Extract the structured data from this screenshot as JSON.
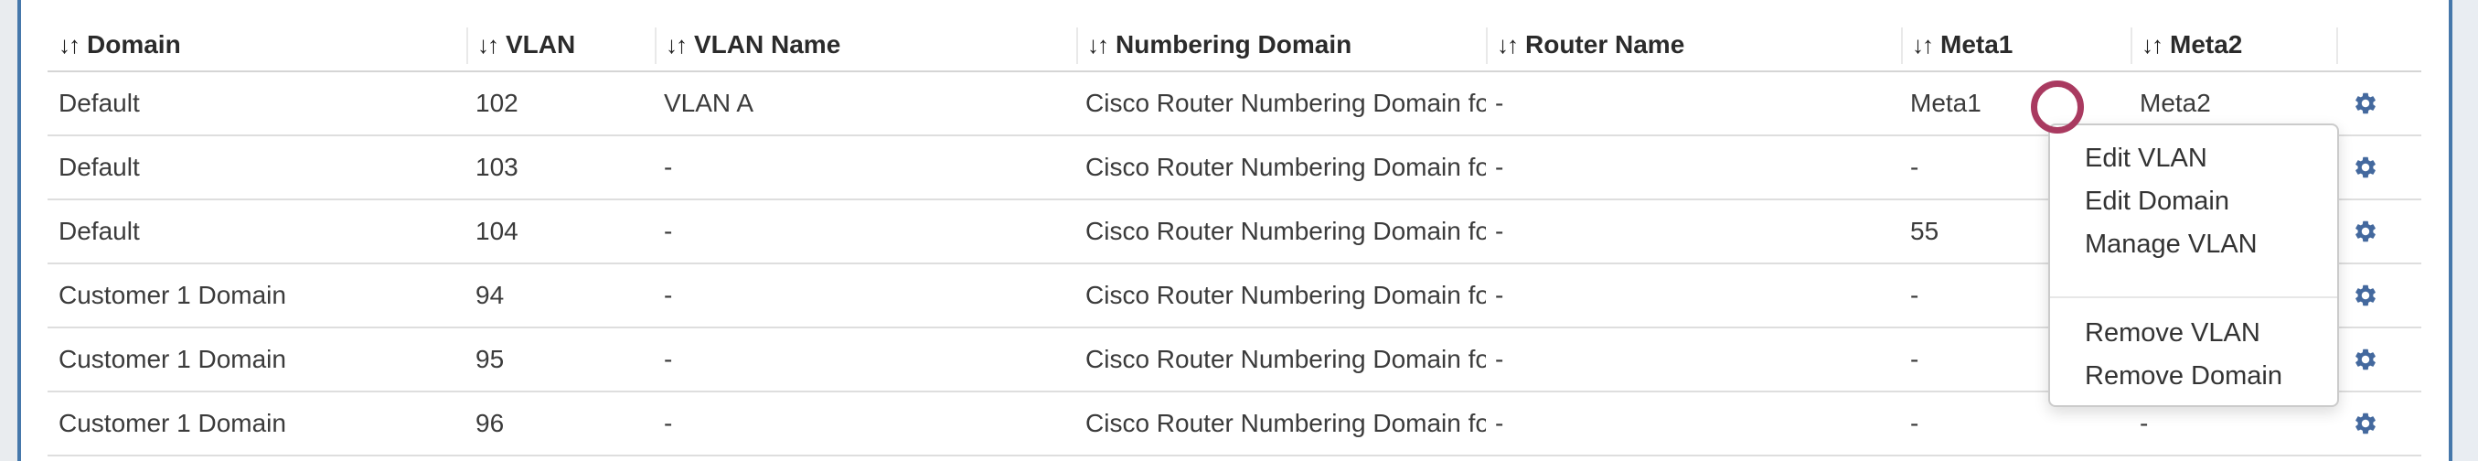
{
  "icons": {
    "sort_glyph": "↓↑",
    "gear": "gear-icon"
  },
  "colors": {
    "panel_border_blue": "#4678ab",
    "gear_accent_blue": "#44699e",
    "annotation_circle": "#a93a60",
    "row_divider": "#dedede",
    "menu_border": "#cbcbcb"
  },
  "table": {
    "columns": [
      {
        "key": "domain",
        "label": "Domain",
        "sortable": true
      },
      {
        "key": "vlan",
        "label": "VLAN",
        "sortable": true
      },
      {
        "key": "vlan_name",
        "label": "VLAN Name",
        "sortable": true
      },
      {
        "key": "numbering_domain",
        "label": "Numbering Domain",
        "sortable": true
      },
      {
        "key": "router_name",
        "label": "Router Name",
        "sortable": true
      },
      {
        "key": "meta1",
        "label": "Meta1",
        "sortable": true
      },
      {
        "key": "meta2",
        "label": "Meta2",
        "sortable": true
      },
      {
        "key": "actions",
        "label": "",
        "sortable": false
      }
    ],
    "rows": [
      {
        "domain": "Default",
        "vlan": "102",
        "vlan_name": "VLAN A",
        "numbering_domain": "Cisco Router Numbering Domain for ...",
        "router_name": "-",
        "meta1": "Meta1",
        "meta2": "Meta2"
      },
      {
        "domain": "Default",
        "vlan": "103",
        "vlan_name": "-",
        "numbering_domain": "Cisco Router Numbering Domain for ...",
        "router_name": "-",
        "meta1": "-",
        "meta2": ""
      },
      {
        "domain": "Default",
        "vlan": "104",
        "vlan_name": "-",
        "numbering_domain": "Cisco Router Numbering Domain for ...",
        "router_name": "-",
        "meta1": "55",
        "meta2": ""
      },
      {
        "domain": "Customer 1 Domain",
        "vlan": "94",
        "vlan_name": "-",
        "numbering_domain": "Cisco Router Numbering Domain for ...",
        "router_name": "-",
        "meta1": "-",
        "meta2": ""
      },
      {
        "domain": "Customer 1 Domain",
        "vlan": "95",
        "vlan_name": "-",
        "numbering_domain": "Cisco Router Numbering Domain for ...",
        "router_name": "-",
        "meta1": "-",
        "meta2": ""
      },
      {
        "domain": "Customer 1 Domain",
        "vlan": "96",
        "vlan_name": "-",
        "numbering_domain": "Cisco Router Numbering Domain for ...",
        "router_name": "-",
        "meta1": "-",
        "meta2": "-"
      }
    ]
  },
  "context_menu": {
    "groups": [
      [
        "Edit VLAN",
        "Edit Domain",
        "Manage VLAN"
      ],
      [
        "Remove VLAN",
        "Remove Domain"
      ]
    ]
  },
  "annotation": {
    "shape": "circle",
    "color": "#a93a60"
  }
}
